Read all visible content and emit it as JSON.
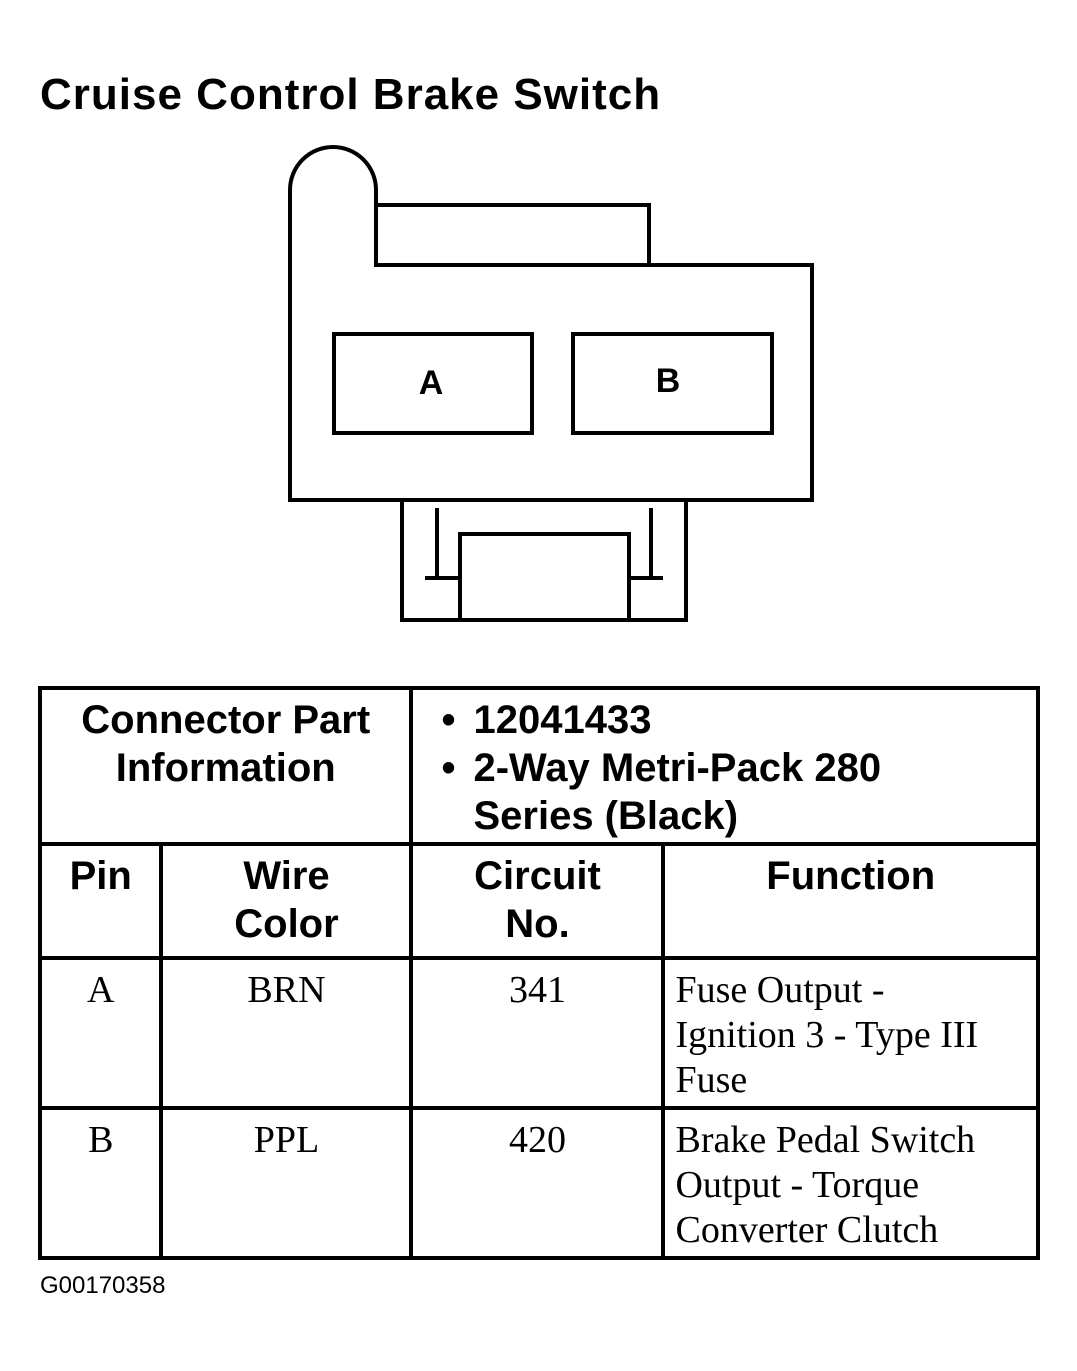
{
  "title": "Cruise Control Brake Switch",
  "connector": {
    "pins": [
      "A",
      "B"
    ]
  },
  "table": {
    "connector_part_label": [
      "Connector Part",
      "Information"
    ],
    "part_info": {
      "part_number": "12041433",
      "description_line1": "2-Way Metri-Pack 280",
      "description_line2": "Series (Black)"
    },
    "headers": {
      "pin": "Pin",
      "wire_color": [
        "Wire",
        "Color"
      ],
      "circuit_no": [
        "Circuit",
        "No."
      ],
      "function": "Function"
    },
    "rows": [
      {
        "pin": "A",
        "wire_color": "BRN",
        "circuit": "341",
        "function": [
          "Fuse Output -",
          "Ignition 3 - Type III",
          "Fuse"
        ]
      },
      {
        "pin": "B",
        "wire_color": "PPL",
        "circuit": "420",
        "function": [
          "Brake Pedal Switch",
          "Output - Torque",
          "Converter Clutch"
        ]
      }
    ]
  },
  "figure_id": "G00170358"
}
